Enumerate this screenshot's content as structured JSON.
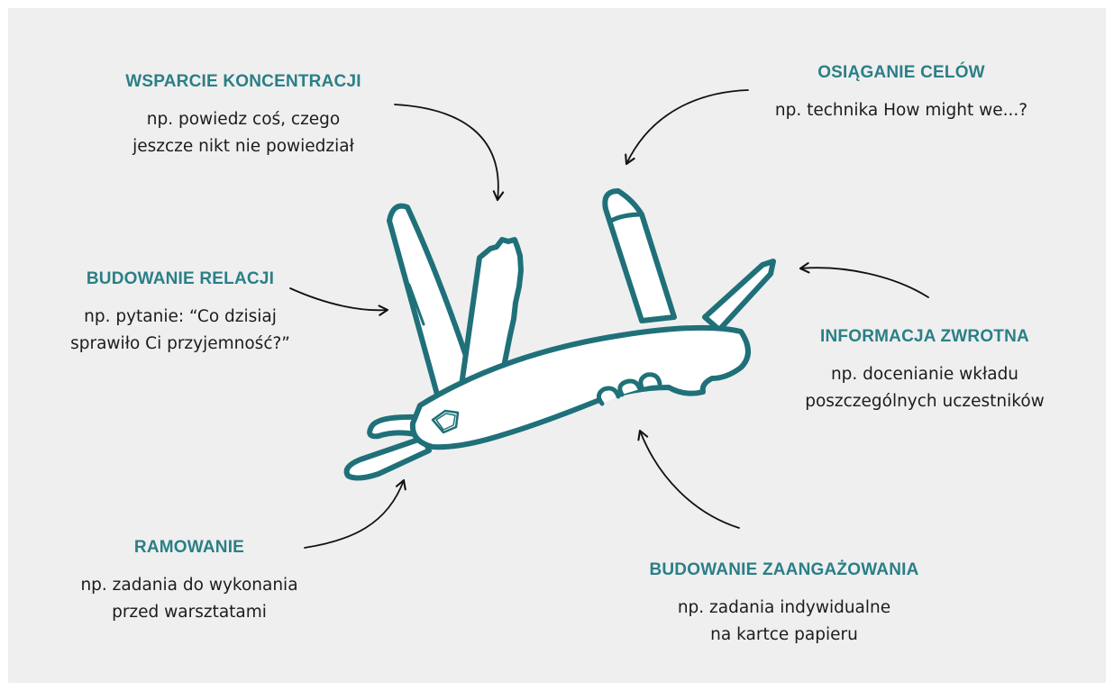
{
  "colors": {
    "panel_bg": "#efefef",
    "accent": "#2a7f87",
    "stroke": "#1f7079",
    "text": "#1c1c1c"
  },
  "central_image": "swiss-army-knife-icon",
  "labels": {
    "wsparcie": {
      "title": "WSPARCIE KONCENTRACJI",
      "line1": "np. powiedz coś, czego",
      "line2": "jeszcze nikt nie powiedział"
    },
    "osiaganie": {
      "title": "OSIĄGANIE CELÓW",
      "line1": "np. technika How might we...?"
    },
    "budowanie_relacji": {
      "title": "BUDOWANIE RELACJI",
      "line1": "np. pytanie: “Co dzisiaj",
      "line2": "sprawiło Ci przyjemność?”"
    },
    "informacja": {
      "title": "INFORMACJA ZWROTNA",
      "line1": "np. docenianie wkładu",
      "line2": "poszczególnych uczestników"
    },
    "ramowanie": {
      "title": "RAMOWANIE",
      "line1": "np. zadania do wykonania",
      "line2": "przed warsztatami"
    },
    "zaangazowanie": {
      "title": "BUDOWANIE ZAANGAŻOWANIA",
      "line1": "np. zadania indywidualne",
      "line2": "na kartce papieru"
    }
  }
}
